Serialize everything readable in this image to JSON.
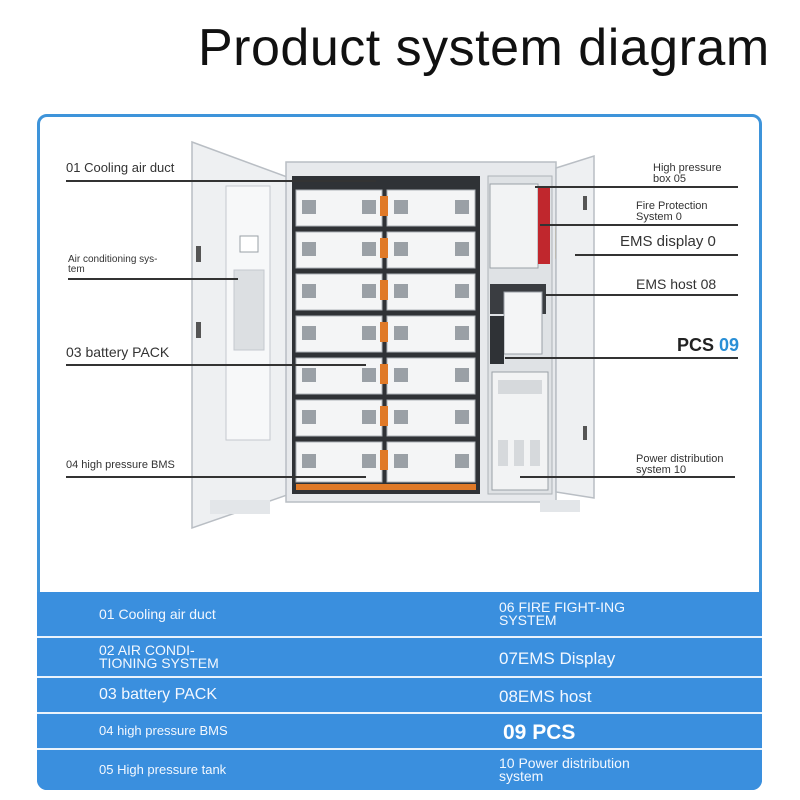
{
  "title": "Product system diagram",
  "callouts": {
    "cooling": "01 Cooling air duct",
    "aircon": "Air conditioning sys-tem",
    "battery": "03 battery PACK",
    "bms": "04 high pressure BMS",
    "hpbox": "High pressure box 05",
    "fire": "Fire Protection System 0",
    "ems_display": "EMS display 0",
    "ems_host": "EMS host 08",
    "pcs_label": "PCS",
    "pcs_num": "09",
    "power_dist": "Power distribution system 10"
  },
  "table": {
    "left": [
      "01 Cooling air duct",
      "02 AIR CONDI-TIONING SYSTEM",
      "03 battery PACK",
      "04 high pressure BMS",
      "05 High pressure tank"
    ],
    "right": [
      "06 FIRE FIGHT-ING SYSTEM",
      "07EMS Display",
      "08EMS host",
      "09 PCS",
      "10 Power distribution system"
    ]
  },
  "colors": {
    "frame": "#3e94da",
    "table_bg": "#3a8fde",
    "pcs_accent": "#2a8fd6",
    "cabinet_panel": "#eef0f2",
    "battery_handle": "#e07a28",
    "fire_panel": "#c0272d"
  }
}
